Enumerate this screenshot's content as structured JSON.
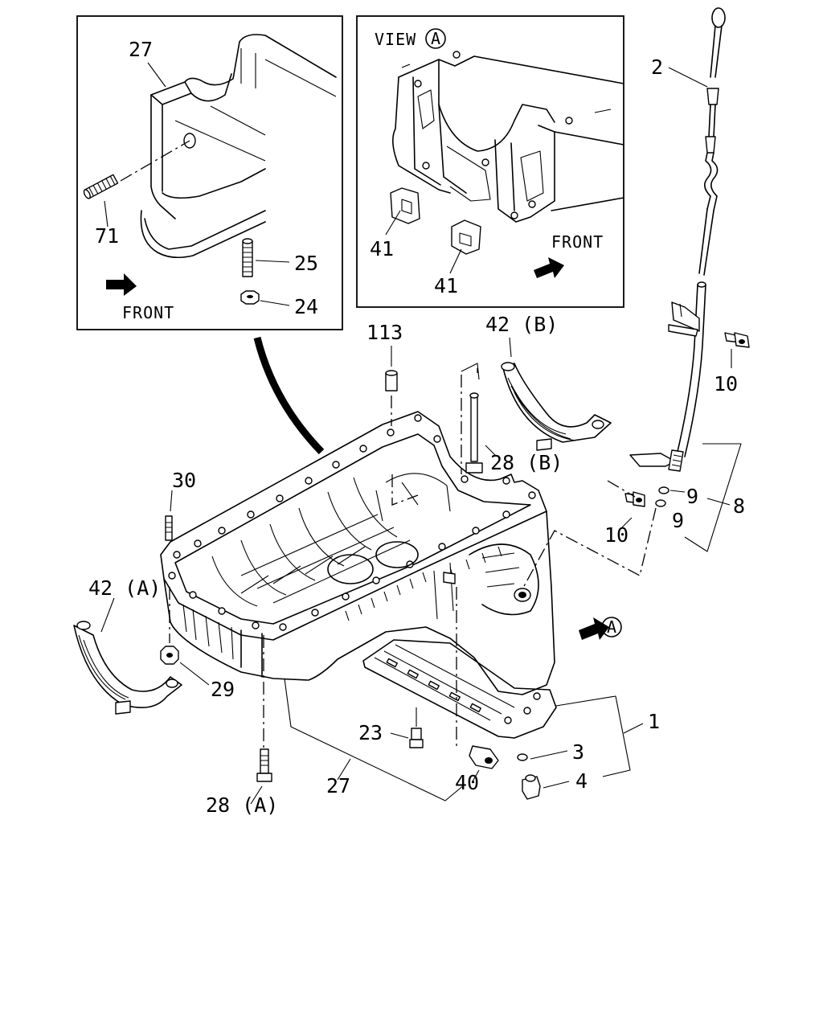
{
  "inset_left": {
    "labels": {
      "pan": "27",
      "stud_side": "71",
      "stud": "25",
      "nut": "24"
    },
    "front_label": "FRONT"
  },
  "inset_right": {
    "view_text": "VIEW",
    "view_marker": "A",
    "labels": {
      "pad_a": "41",
      "pad_b": "41"
    },
    "front_label": "FRONT"
  },
  "callouts": {
    "dipstick": "2",
    "bolt_guide": "10",
    "bolt_lower": "10",
    "washer_a": "9",
    "washer_b": "9",
    "guide_assy": "8",
    "plug_113": "113",
    "seal_b": "42 (B)",
    "bolt_b": "28 (B)",
    "stud_30": "30",
    "seal_a": "42 (A)",
    "nut_29": "29",
    "bolt_a": "28 (A)",
    "pan_27": "27",
    "bolt_23": "23",
    "bolt_40": "40",
    "pan_assy_1": "1",
    "washer_3": "3",
    "drain_plug_4": "4",
    "view_arrow_marker": "A"
  }
}
